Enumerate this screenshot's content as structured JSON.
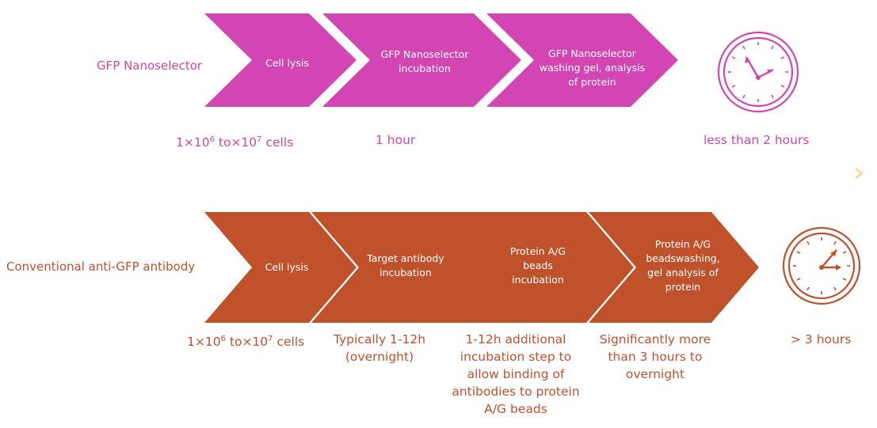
{
  "colors": {
    "nanoselector": "#d245b3",
    "conventional": "#bf522b",
    "arrow_start": "#f26d1b",
    "arrow_end": "#fbd58a"
  },
  "rows": {
    "nanoselector": {
      "title": "GFP Nanoselector",
      "steps": [
        "Cell lysis",
        "GFP Nanoselector incubation",
        "GFP Nanoselector washing gel, analysis of protein"
      ],
      "captions": {
        "cells_prefix": "1×10",
        "cells_exp1": "6",
        "cells_mid": " to×10",
        "cells_exp2": "7",
        "cells_suffix": " cells",
        "incubation": "1 hour",
        "total": "less than 2 hours"
      },
      "icon": "clock-icon"
    },
    "conventional": {
      "title": "Conventional anti-GFP antibody",
      "steps": [
        "Cell lysis",
        "Target antibody incubation",
        "Protein A/G beads incubation",
        "Protein A/G beadswashing, gel analysis of protein"
      ],
      "captions": {
        "cells_prefix": "1×10",
        "cells_exp1": "6",
        "cells_mid": " to×10",
        "cells_exp2": "7",
        "cells_suffix": " cells",
        "antibody_time": "Typically 1-12h (overnight)",
        "beads_time": "1-12h additional incubation step to allow binding of antibodies to protein A/G beads",
        "wash_time": "Significantly more than 3 hours to overnight",
        "total": "> 3 hours"
      },
      "icon": "clock-icon"
    }
  }
}
